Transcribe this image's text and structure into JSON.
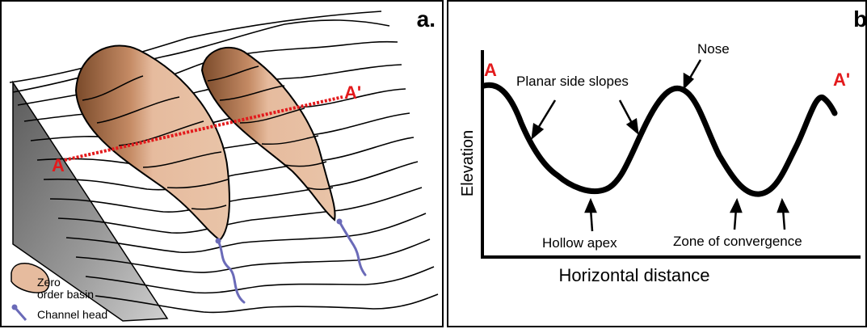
{
  "panel_a": {
    "letter": "a.",
    "section_start": "A",
    "section_end": "A'",
    "legend": {
      "basin_label_line1": "Zero",
      "basin_label_line2": "order basin",
      "channel_label": "Channel head"
    }
  },
  "panel_b": {
    "letter": "b.",
    "section_start": "A",
    "section_end": "A'",
    "ylabel": "Elevation",
    "xlabel": "Horizontal distance",
    "annotations": {
      "planar": "Planar side slopes",
      "nose": "Nose",
      "hollow": "Hollow apex",
      "convergence": "Zone of convergence"
    }
  },
  "colors": {
    "basin_fill": "#e6bb9e",
    "basin_dark": "#7a4a2a",
    "section_line": "#e31a1c",
    "channel": "#6a6ab8",
    "shadow": "#8c8c8c"
  }
}
